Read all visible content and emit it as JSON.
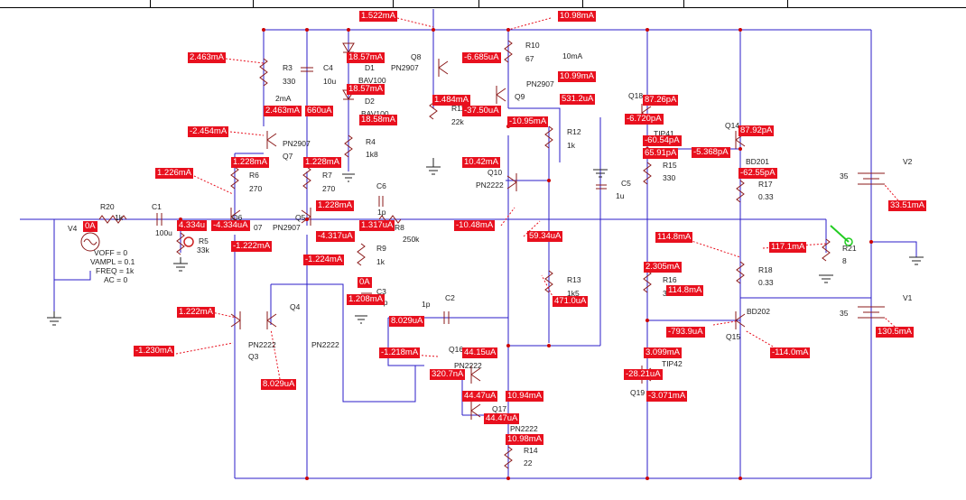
{
  "colors": {
    "wire": "#2b1ec8",
    "component": "#8b1a1a",
    "current_label_bg": "#e8101e",
    "probe": "#22cc22"
  },
  "source_v4": {
    "name": "V4",
    "voff": "VOFF = 0",
    "vampl": "VAMPL = 0.1",
    "freq": "FREQ = 1k",
    "ac": "AC = 0"
  },
  "supplies": [
    {
      "name": "V2",
      "value": "35"
    },
    {
      "name": "V1",
      "value": "35"
    }
  ],
  "component_labels": [
    "R20",
    "1k",
    "C1",
    "100u",
    "R5",
    "33k",
    "R3",
    "330",
    "C4",
    "10u",
    "D1",
    "BAV100",
    "D2",
    "BAV100",
    "Q8",
    "PN2907",
    "R10",
    "67",
    "10mA",
    "Q9",
    "PN2907",
    "R11",
    "22k",
    "R4",
    "1k8",
    "Q7",
    "PN2907",
    "2mA",
    "R6",
    "270",
    "R7",
    "270",
    "C6",
    "1p",
    "R8",
    "250k",
    "Q6",
    "Q5",
    "PN2907",
    "R9",
    "1k",
    "C3",
    "1p",
    "Q10",
    "PN2222",
    "C5",
    "1u",
    "R12",
    "1k",
    "R13",
    "1k5",
    "Q4",
    "Q3",
    "PN2222",
    "PN2222",
    "C2",
    "1p",
    "Q16",
    "PN2222",
    "Q17",
    "PN2222",
    "R14",
    "22",
    "Q18",
    "TIP41",
    "Q14",
    "BD201",
    "R15",
    "330",
    "R17",
    "0.33",
    "R16",
    "330",
    "R18",
    "0.33",
    "Q15",
    "BD202",
    "Q19",
    "TIP42",
    "R21",
    "8",
    "07",
    "0A",
    "0A"
  ],
  "current_labels": [
    "1.522mA",
    "10.98mA",
    "2.463mA",
    "18.57mA",
    "-6.685uA",
    "10.99mA",
    "18.57mA",
    "1.484mA",
    "-37.50uA",
    "2.463mA",
    "660uA",
    "18.58mA",
    "-2.454mA",
    "-10.95mA",
    "531.2uA",
    "87.26pA",
    "-6.720pA",
    "87.92pA",
    "-60.54pA",
    "-5.368pA",
    "65.91pA",
    "-62.55pA",
    "1.228mA",
    "1.228mA",
    "1.226mA",
    "10.42mA",
    "33.51mA",
    "1.228mA",
    "4.334u",
    "-4.334uA",
    "1.317uA",
    "-10.48mA",
    "-4.317uA",
    "59.34uA",
    "-1.222mA",
    "114.8mA",
    "117.1mA",
    "-1.224mA",
    "2.305mA",
    "114.8mA",
    "1.208mA",
    "471.0uA",
    "1.222mA",
    "8.029uA",
    "-793.9uA",
    "130.5mA",
    "-1.230mA",
    "-1.218mA",
    "44.15uA",
    "3.099mA",
    "-114.0mA",
    "320.7nA",
    "-28.21uA",
    "8.029uA",
    "44.47uA",
    "10.94mA",
    "-3.071mA",
    "44.47uA",
    "10.98mA"
  ]
}
